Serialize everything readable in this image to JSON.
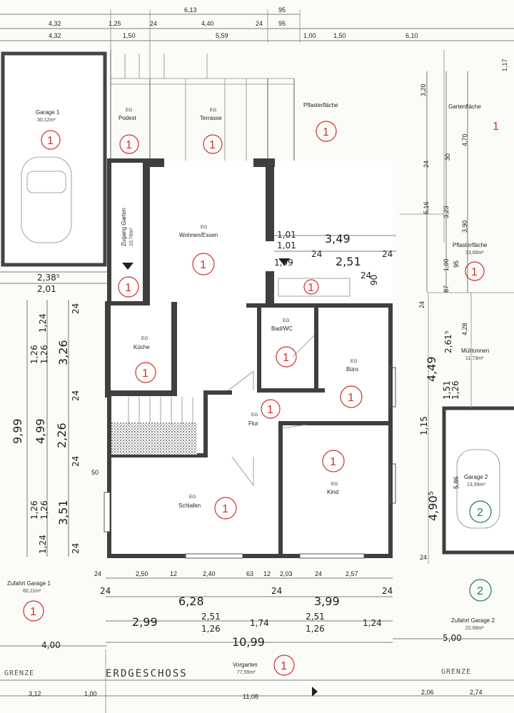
{
  "title": "ERDGESCHOSS",
  "grenze_left": "GRENZE",
  "grenze_right": "GRENZE",
  "eg": "EG",
  "rooms": {
    "garage1": {
      "name": "Garage 1",
      "area": "30,12m²"
    },
    "podest": {
      "name": "Podest"
    },
    "terrasse": {
      "name": "Terrasse"
    },
    "pflaster1": {
      "name": "Pflasterfläche"
    },
    "gartenflaeche": {
      "name": "Gartenfläche"
    },
    "zugang": {
      "name": "Zugang Garten",
      "area": "10,76m²"
    },
    "wohnen": {
      "name": "Wohnen/Essen"
    },
    "pflaster2": {
      "name": "Pflasterfläche",
      "area": "33,69m²"
    },
    "kueche": {
      "name": "Küche"
    },
    "bad": {
      "name": "Bad/WC"
    },
    "buero": {
      "name": "Büro"
    },
    "muell": {
      "name": "Mülltonnen",
      "area": "11,73m²"
    },
    "flur": {
      "name": "Flur"
    },
    "kind": {
      "name": "Kind"
    },
    "garage2": {
      "name": "Garage 2",
      "area": "13,99m²"
    },
    "schlafen": {
      "name": "Schlafen"
    },
    "zufahrt1": {
      "name": "Zufahrt Garage 1",
      "area": "60,11m²"
    },
    "zufahrt2": {
      "name": "Zufahrt Garage 2",
      "area": "22,68m²"
    },
    "vorgarten": {
      "name": "Vorgarten",
      "area": "77,55m²"
    }
  },
  "markers": {
    "one": "1",
    "two": "2"
  },
  "dims_top": [
    "6,13",
    "95",
    "4,32",
    "1,25",
    "24",
    "4,40",
    "24",
    "95",
    "4,32",
    "1,50",
    "5,59",
    "1,00",
    "1,50",
    "6,10"
  ],
  "dims_left_outer": [
    "2,38⁵",
    "2,01",
    "9,99",
    "4,99",
    "2,26",
    "1,24",
    "1,26",
    "1,26",
    "3,26",
    "24",
    "24",
    "24",
    "1,26",
    "1,26",
    "3,51",
    "1,24",
    "24",
    "50"
  ],
  "dims_inner": [
    "1,01",
    "1,01",
    "3,49",
    "1,99",
    "24",
    "2,51",
    "24",
    "24",
    "90"
  ],
  "dims_right": [
    "3,20",
    "30",
    "4,70",
    "24",
    "5,16",
    "3,23",
    "3,90",
    "1,00",
    "95",
    "87",
    "24",
    "2,61⁵",
    "4,28",
    "4,49",
    "1,51",
    "1,26",
    "1,15",
    "4,90⁵",
    "5,86",
    "1,17",
    "24"
  ],
  "dims_bottom": [
    "24",
    "2,50",
    "12",
    "2,40",
    "63",
    "12",
    "2,03",
    "24",
    "2,57",
    "24",
    "6,28",
    "24",
    "3,99",
    "24",
    "2,99",
    "2,51",
    "1,26",
    "1,74",
    "2,51",
    "1,26",
    "1,24",
    "10,99",
    "4,00",
    "5,00",
    "3,12",
    "1,00",
    "11,08",
    "2,06",
    "2,74"
  ]
}
